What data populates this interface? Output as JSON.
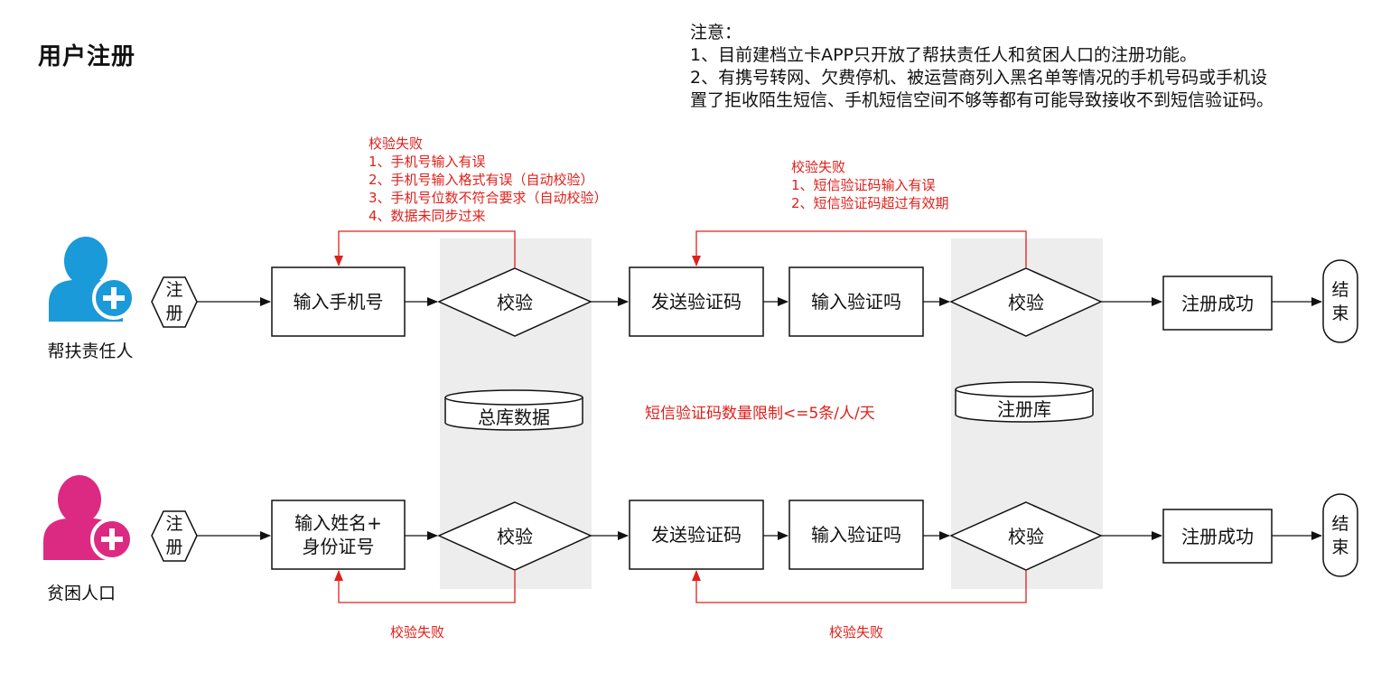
{
  "title": "用户注册",
  "notes": {
    "heading": "注意：",
    "line1": "1、目前建档立卡APP只开放了帮扶责任人和贫困人口的注册功能。",
    "line2": "2、有携号转网、欠费停机、被运营商列入黑名单等情况的手机号码或手机设",
    "line3": "置了拒收陌生短信、手机短信空间不够等都有可能导致接收不到短信验证码。"
  },
  "actors": {
    "top": "帮扶责任人",
    "bottom": "贫困人口"
  },
  "colors": {
    "actor_top": "#1a9ad9",
    "actor_bottom": "#dc2a82",
    "error": "#e0201b",
    "shade": "#ededed"
  },
  "flow_top": {
    "start_line1": "注",
    "start_line2": "册",
    "input": "输入手机号",
    "check1": "校验",
    "send_code": "发送验证码",
    "enter_code": "输入验证吗",
    "check2": "校验",
    "success": "注册成功",
    "end_line1": "结",
    "end_line2": "束"
  },
  "flow_bottom": {
    "start_line1": "注",
    "start_line2": "册",
    "input_line1": "输入姓名+",
    "input_line2": "身份证号",
    "check1": "校验",
    "send_code": "发送验证码",
    "enter_code": "输入验证吗",
    "check2": "校验",
    "success": "注册成功",
    "end_line1": "结",
    "end_line2": "束"
  },
  "databases": {
    "main": "总库数据",
    "register": "注册库"
  },
  "sms_limit": "短信验证码数量限制<=5条/人/天",
  "errors_phone": {
    "title": "校验失败",
    "items": [
      "1、手机号输入有误",
      "2、手机号输入格式有误（自动校验）",
      "3、手机号位数不符合要求（自动校验）",
      "4、数据未同步过来"
    ]
  },
  "errors_code": {
    "title": "校验失败",
    "items": [
      "1、短信验证码输入有误",
      "2、短信验证码超过有效期"
    ]
  },
  "errors_bottom_left": "校验失败",
  "errors_bottom_right": "校验失败"
}
